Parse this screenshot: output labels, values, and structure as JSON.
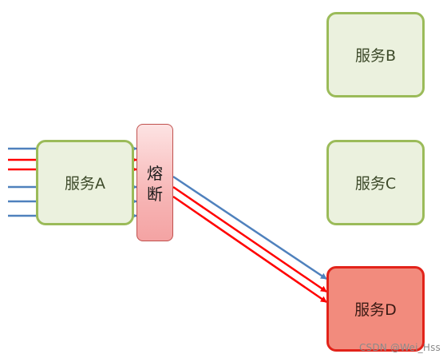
{
  "services": {
    "a": "服务A",
    "b": "服务B",
    "c": "服务C",
    "d": "服务D"
  },
  "breaker": {
    "char1": "熔",
    "char2": "断"
  },
  "watermark": "CSDN @Wei_Hss",
  "colors": {
    "normal_arrow": "#4f81bd",
    "failed_arrow": "#ff0000",
    "healthy_border": "#9bbb59",
    "healthy_fill": "#ebf1de",
    "failed_border": "#e2231a",
    "failed_fill": "#f28b7d"
  },
  "incoming_requests": [
    "normal",
    "failed",
    "failed",
    "normal",
    "normal",
    "normal"
  ],
  "outgoing_requests": [
    "normal",
    "failed",
    "failed"
  ]
}
